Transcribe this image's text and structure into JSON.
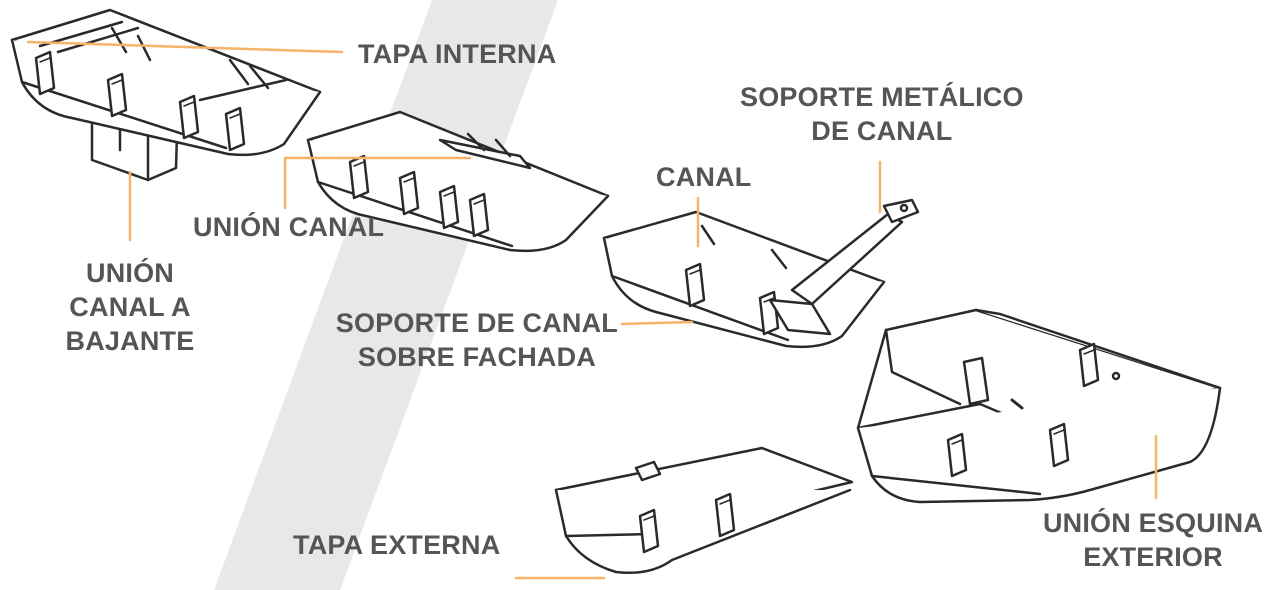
{
  "labels": {
    "tapa_interna": "TAPA INTERNA",
    "soporte_metalico": [
      "SOPORTE METÁLICO",
      "DE CANAL"
    ],
    "canal": "CANAL",
    "union_canal": "UNIÓN CANAL",
    "union_canal_bajante": [
      "UNIÓN",
      "CANAL A",
      "BAJANTE"
    ],
    "soporte_fachada": [
      "SOPORTE DE CANAL",
      "SOBRE FACHADA"
    ],
    "tapa_externa": "TAPA EXTERNA",
    "union_esquina": [
      "UNIÓN ESQUINA",
      "EXTERIOR"
    ]
  },
  "colors": {
    "leader": "#f6b26b",
    "label_text": "#555555",
    "outline": "#2a2a2a",
    "part_fill": "#ffffff",
    "watermark": "#e8e8e8"
  }
}
